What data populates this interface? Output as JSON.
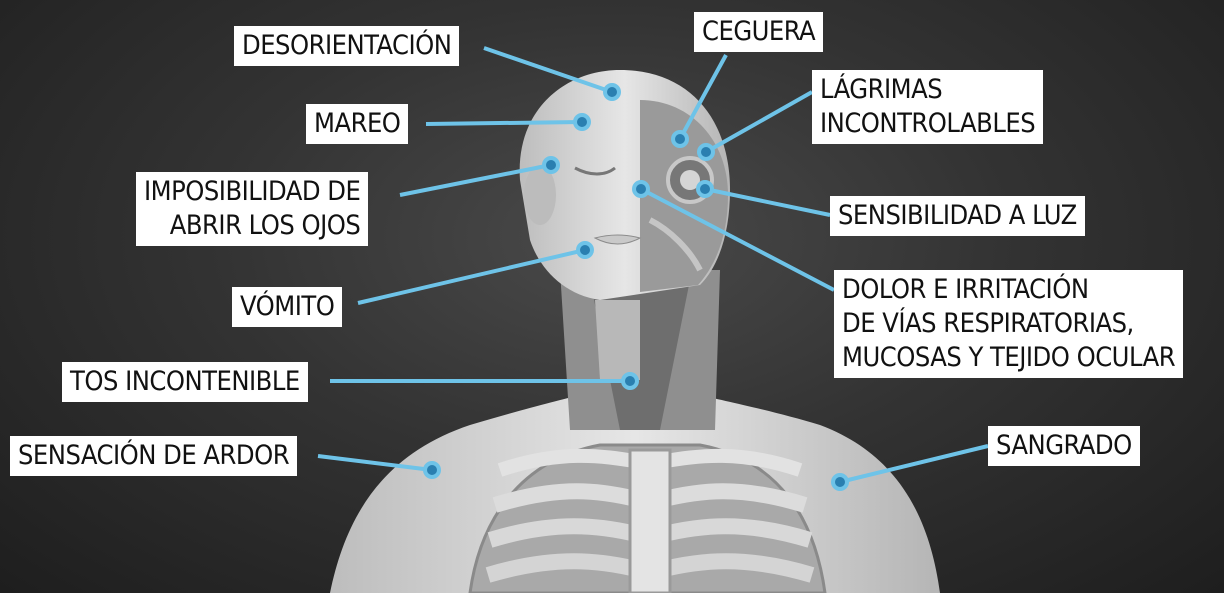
{
  "colors": {
    "leader": "#6ec3e8",
    "label_bg": "#ffffff",
    "label_text": "#111111",
    "background": "#333333"
  },
  "labels": {
    "desorientacion": "DESORIENTACIÓN",
    "ceguera": "CEGUERA",
    "mareo": "MAREO",
    "lagrimas": "LÁGRIMAS\nINCONTROLABLES",
    "imposibilidad": "IMPOSIBILIDAD DE\nABRIR LOS OJOS",
    "sensibilidad": "SENSIBILIDAD A LUZ",
    "vomito": "VÓMITO",
    "dolor": "DOLOR E IRRITACIÓN\nDE VÍAS RESPIRATORIAS,\nMUCOSAS Y TEJIDO OCULAR",
    "tos": "TOS INCONTENIBLE",
    "ardor": "SENSACIÓN DE ARDOR",
    "sangrado": "SANGRADO"
  }
}
